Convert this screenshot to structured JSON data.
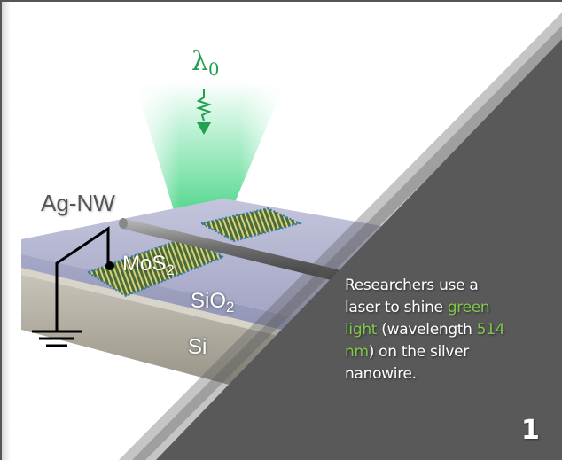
{
  "diagram": {
    "labels": {
      "nanowire": "Ag-NW",
      "flake_base": "MoS",
      "flake_sub": "2",
      "oxide_base": "SiO",
      "oxide_sub": "2",
      "substrate": "Si",
      "wavelength_symbol": "λ",
      "wavelength_sub": "0"
    },
    "icons": [
      "laser-beam-cone",
      "wavy-arrow-down-icon",
      "ground-symbol-icon",
      "contact-dot-icon"
    ],
    "colors": {
      "laser_green": "#22c96a",
      "highlight_green": "#7fc84a",
      "dark_panel": "#595959",
      "sio2_layer": "#a9abc9",
      "si_layer": "#b7b3a8"
    }
  },
  "caption": {
    "line1": "Researchers use a",
    "line2_pre": "laser to shine ",
    "line2_hl": "green",
    "line3_hl": "light",
    "line3_mid": " (wavelength ",
    "line3_hl2": "514",
    "line4_hl": "nm",
    "line4_post": ") on the silver",
    "line5": "nanowire."
  },
  "slide_number": "1"
}
